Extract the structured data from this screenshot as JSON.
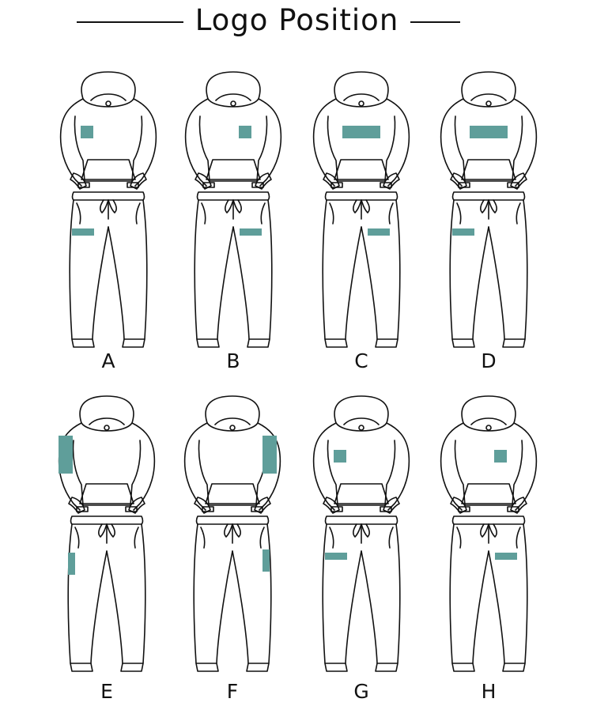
{
  "title": "Logo Position",
  "colors": {
    "logo": "#5F9E9A",
    "line": "#111111"
  },
  "options": [
    {
      "label": "A",
      "logos": [
        "hoodie-left-chest-small",
        "pants-right-thigh"
      ]
    },
    {
      "label": "B",
      "logos": [
        "hoodie-right-chest-small",
        "pants-left-thigh"
      ]
    },
    {
      "label": "C",
      "logos": [
        "hoodie-chest-wide",
        "pants-left-thigh"
      ]
    },
    {
      "label": "D",
      "logos": [
        "hoodie-chest-wide",
        "pants-right-thigh"
      ]
    },
    {
      "label": "E",
      "logos": [
        "hoodie-right-sleeve",
        "pants-right-side"
      ]
    },
    {
      "label": "F",
      "logos": [
        "hoodie-left-sleeve",
        "pants-left-side"
      ]
    },
    {
      "label": "G",
      "logos": [
        "hoodie-left-chest-small",
        "pants-right-thigh"
      ]
    },
    {
      "label": "H",
      "logos": [
        "hoodie-right-chest-small",
        "pants-left-thigh"
      ]
    }
  ]
}
